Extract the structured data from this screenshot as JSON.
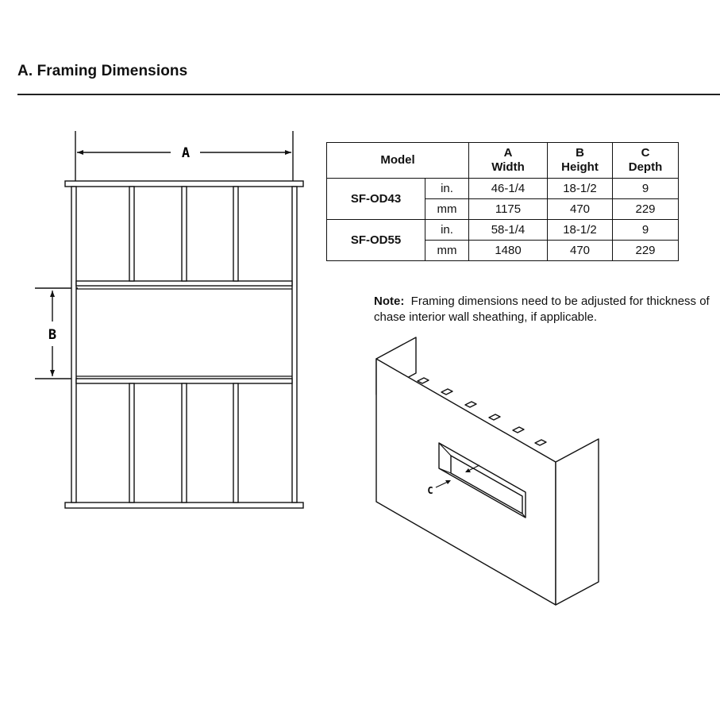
{
  "section": {
    "title": "A.  Framing Dimensions"
  },
  "framing_diagram": {
    "label_a": "A",
    "label_b": "B"
  },
  "table": {
    "headers": {
      "model": "Model",
      "a_letter": "A",
      "a_name": "Width",
      "b_letter": "B",
      "b_name": "Height",
      "c_letter": "C",
      "c_name": "Depth"
    },
    "rows": [
      {
        "model": "SF-OD43",
        "unit": "in.",
        "a": "46-1/4",
        "b": "18-1/2",
        "c": "9"
      },
      {
        "model": "",
        "unit": "mm",
        "a": "1175",
        "b": "470",
        "c": "229"
      },
      {
        "model": "SF-OD55",
        "unit": "in.",
        "a": "58-1/4",
        "b": "18-1/2",
        "c": "9"
      },
      {
        "model": "",
        "unit": "mm",
        "a": "1480",
        "b": "470",
        "c": "229"
      }
    ]
  },
  "note": {
    "label": "Note:",
    "text": "Framing dimensions need to be adjusted for thickness of chase interior wall sheathing, if applicable."
  },
  "enclosure_diagram": {
    "label_c": "C"
  }
}
